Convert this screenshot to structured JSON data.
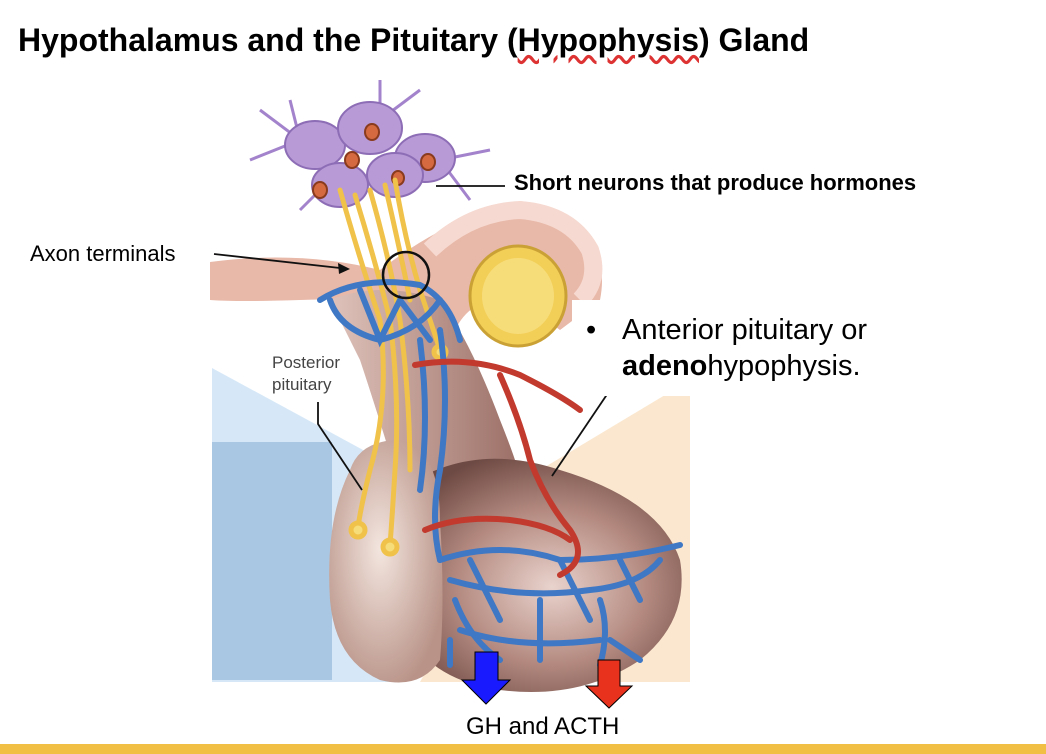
{
  "title": {
    "prefix": "Hypothalamus and the Pituitary (",
    "underlined": "Hypophysis",
    "suffix": ") Gland"
  },
  "labels": {
    "short_neurons": "Short neurons that produce hormones",
    "axon_terminals": "Axon terminals",
    "posterior_pituitary": "Posterior pituitary",
    "bullet_symbol": "•",
    "anterior_line1": "Anterior pituitary or",
    "anterior_bold": "adeno",
    "anterior_rest": "hypophysis.",
    "gh_acth": "GH and ACTH"
  },
  "colors": {
    "accent_bar": "#f0bf44",
    "blue_arrow": "#1a1aff",
    "red_arrow": "#e8321e",
    "vessels_blue": "#3f78c4",
    "vessels_red": "#c23a2e",
    "neurons": "#b79ad6",
    "axons": "#f0c24a",
    "gland": "#a97a72"
  }
}
